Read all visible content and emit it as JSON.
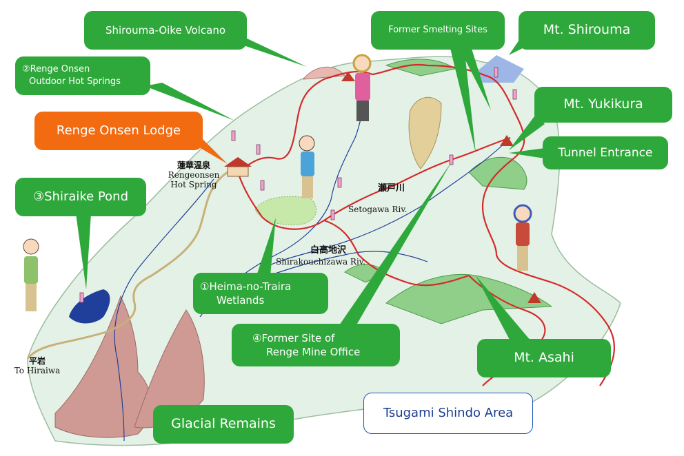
{
  "callouts": {
    "shirouma_oike": "Shirouma-Oike Volcano",
    "renge_onsen_outdoor": [
      "②Renge Onsen",
      "Outdoor Hot Springs"
    ],
    "renge_onsen_lodge": "Renge Onsen Lodge",
    "shiraike_pond": "③Shiraike Pond",
    "former_smelting": "Former Smelting Sites",
    "mt_shirouma": "Mt. Shirouma",
    "mt_yukikura": "Mt. Yukikura",
    "tunnel_entrance": "Tunnel Entrance",
    "heima_wetlands": [
      "①Heima-no-Traira",
      "Wetlands"
    ],
    "former_mine_office": [
      "④Former Site of",
      "Renge Mine Office"
    ],
    "mt_asahi": "Mt. Asahi",
    "glacial_remains": "Glacial Remains",
    "area_title": "Tsugami Shindo Area"
  },
  "map_labels": {
    "renge_kanji": "蓮華温泉",
    "renge_romaji": [
      "Rengeonsen",
      "Hot Spring"
    ],
    "setogawa_kanji": "瀬戸川",
    "setogawa_romaji": "Setogawa Riv.",
    "shirakouchi_kanji": "白高地沢",
    "shirakouchi_romaji": "Shirakouchizawa Riv.",
    "hiraiwa_kanji": "平岩",
    "hiraiwa_romaji": "To Hiraiwa"
  },
  "colors": {
    "callout_green": "#2ea83a",
    "callout_orange": "#f26b10",
    "trail_red": "#d42a2a",
    "river_blue": "#1f3f9a",
    "land": "#e4f1e6",
    "mountain_green": "#8fcf8a",
    "cliff_pink": "#cf9a93"
  }
}
